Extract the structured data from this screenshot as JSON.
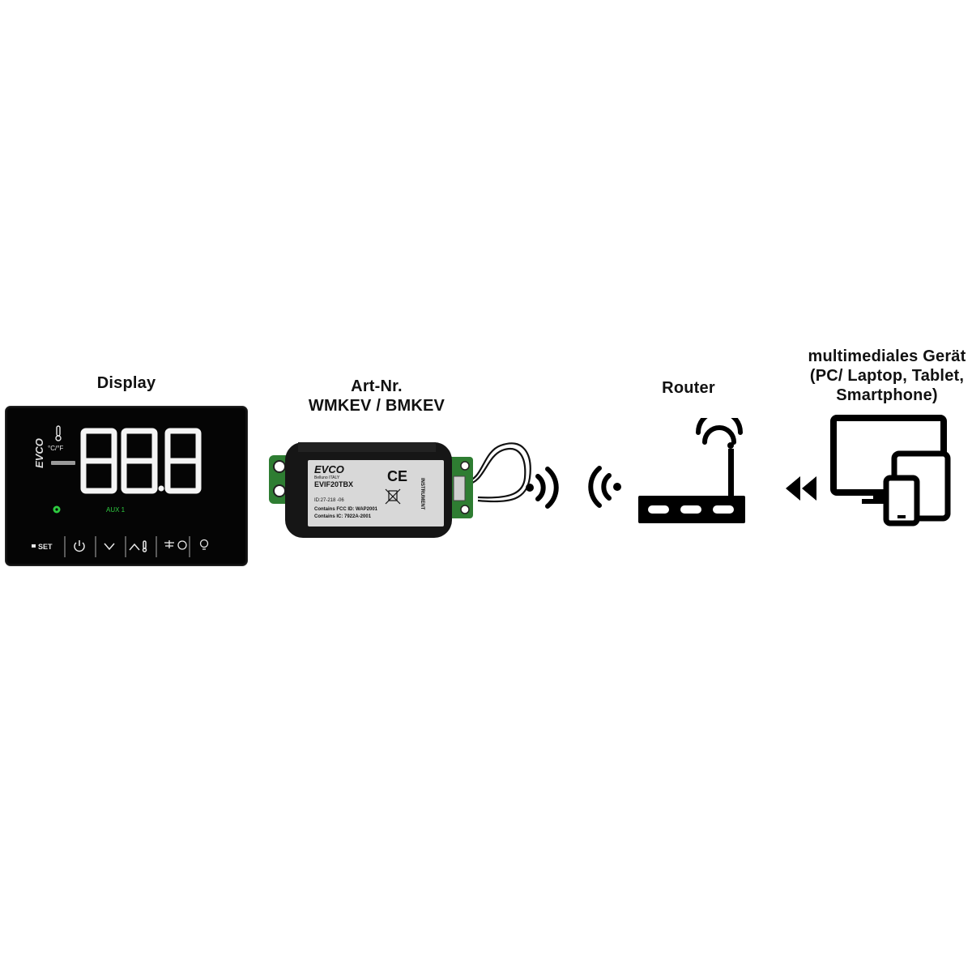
{
  "labels": {
    "display": "Display",
    "module_line1": "Art-Nr.",
    "module_line2": "WMKEV / BMKEV",
    "router": "Router",
    "device_line1": "multimediales Gerät",
    "device_line2": "(PC/ Laptop, Tablet,",
    "device_line3": "Smartphone)"
  },
  "display_panel": {
    "brand": "EVCO",
    "unit": "°C/°F",
    "readout": "88.8",
    "aux_label": "AUX 1",
    "set_label": "SET"
  },
  "module_label": {
    "brand": "EVCO",
    "tagline": "Belluno ITALY",
    "model": "EVIF20TBX",
    "id_line": "ID:27-218 -06",
    "fcc_line": "Contains FCC ID: WAP2001",
    "ic_line": "Contains IC: 7922A-2001",
    "ce_mark": "CE",
    "side_text": "INSTRUMENT"
  },
  "colors": {
    "background": "#ffffff",
    "icon": "#000000",
    "display_body": "#050505",
    "segments": "#f2f2f2",
    "status_green": "#2ecc40"
  },
  "icons": [
    "wifi-waves-out-icon",
    "wifi-waves-in-icon",
    "router-icon",
    "double-arrow-left-icon",
    "devices-icon"
  ]
}
